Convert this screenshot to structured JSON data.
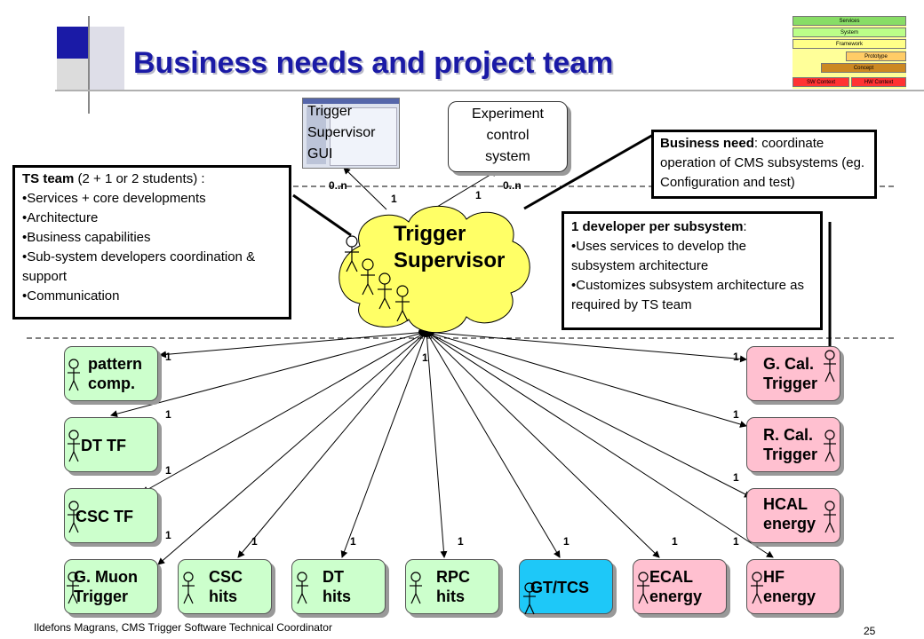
{
  "title": "Business needs and project team",
  "footer": {
    "author": "Ildefons Magrans, CMS Trigger Software Technical Coordinator",
    "page": "25"
  },
  "mini_diagram": {
    "services": "Services",
    "system": "System",
    "framework": "Framework",
    "prototype": "Prototype",
    "concept": "Concept",
    "sw_context": "SW Context",
    "hw_context": "HW Context"
  },
  "gui": {
    "label": "Trigger\nSupervisor\nGUI"
  },
  "ecs": {
    "label": "Experiment\ncontrol\nsystem"
  },
  "ts_cloud": {
    "label": "Trigger\nSupervisor"
  },
  "business_need": {
    "bold": "Business need",
    "text": ": coordinate operation of CMS subsystems (eg. Configuration and test)"
  },
  "ts_team": {
    "heading_bold": "TS team",
    "heading_rest": " (2 + 1 or 2 students) :",
    "items": [
      "Services + core developments",
      "Architecture",
      "Business capabilities",
      "Sub-system developers coordination & support",
      "Communication"
    ]
  },
  "developer": {
    "heading": "1 developer per subsystem",
    "items": [
      "Uses services to develop the subsystem architecture",
      "Customizes subsystem architecture as required by TS team"
    ]
  },
  "multiplicities": {
    "zero_n": "0..n",
    "one": "1"
  },
  "subsystems": {
    "pattern": "pattern\ncomp.",
    "dt_tf": "DT TF",
    "csc_tf": "CSC TF",
    "gmuon": "G. Muon\nTrigger",
    "csc_hits": "CSC\nhits",
    "dt_hits": "DT\nhits",
    "rpc_hits": "RPC\nhits",
    "gt_tcs": "GT/TCS",
    "ecal": "ECAL\nenergy",
    "hf": "HF\nenergy",
    "hcal": "HCAL\nenergy",
    "rcal": "R. Cal.\nTrigger",
    "gcal": "G. Cal.\nTrigger"
  },
  "colors": {
    "title": "#1a1aa6",
    "green": "#ccffcc",
    "pink": "#ffc0d0",
    "blue": "#1ec8f8",
    "cloud": "#ffff66"
  }
}
